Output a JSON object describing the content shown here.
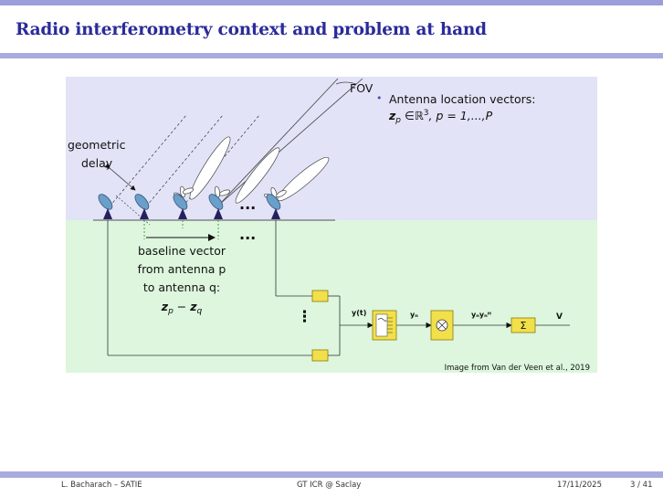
{
  "slide": {
    "title": "Radio interferometry context and problem at hand"
  },
  "figure": {
    "fov_label": "FOV",
    "bullet": "•",
    "bullet_line1": "Antenna location vectors:",
    "bullet_line2_z": "z",
    "bullet_line2_sub": "p",
    "bullet_line2_rest": " ∈ℝ",
    "bullet_line2_sup": "3",
    "bullet_line2_tail": ",  p = 1,...,P",
    "geometric_delay_line1": "geometric",
    "geometric_delay_line2": "delay",
    "ellipsis_top": "...",
    "ellipsis_mid": "...",
    "ellipsis_vertical": "⋮",
    "baseline_line1": "baseline vector",
    "baseline_line2": "from antenna p",
    "baseline_line3": "to antenna q:",
    "baseline_line4_z1": "z",
    "baseline_line4_sub1": "p",
    "baseline_line4_mid": " − ",
    "baseline_line4_z2": "z",
    "baseline_line4_sub2": "q",
    "signal_y_t": "y(t)",
    "signal_yn": "yₙ",
    "signal_ynynH": "yₙyₙᴴ",
    "sum_symbol": "Σ",
    "multiply_symbol": "⊗",
    "output_V": "V",
    "credit": "Image from Van der Veen et al., 2019",
    "colors": {
      "sky": "#e2e3f6",
      "ground": "#ddf6dd",
      "dish": "#6a9fc9",
      "mount": "#25205e",
      "box": "#f1e04a",
      "box_stroke": "#8c7a10"
    }
  },
  "footer": {
    "author": "L. Bacharach – SATIE",
    "event": "GT ICR @ Saclay",
    "date": "17/11/2025",
    "page": "3 / 41"
  }
}
